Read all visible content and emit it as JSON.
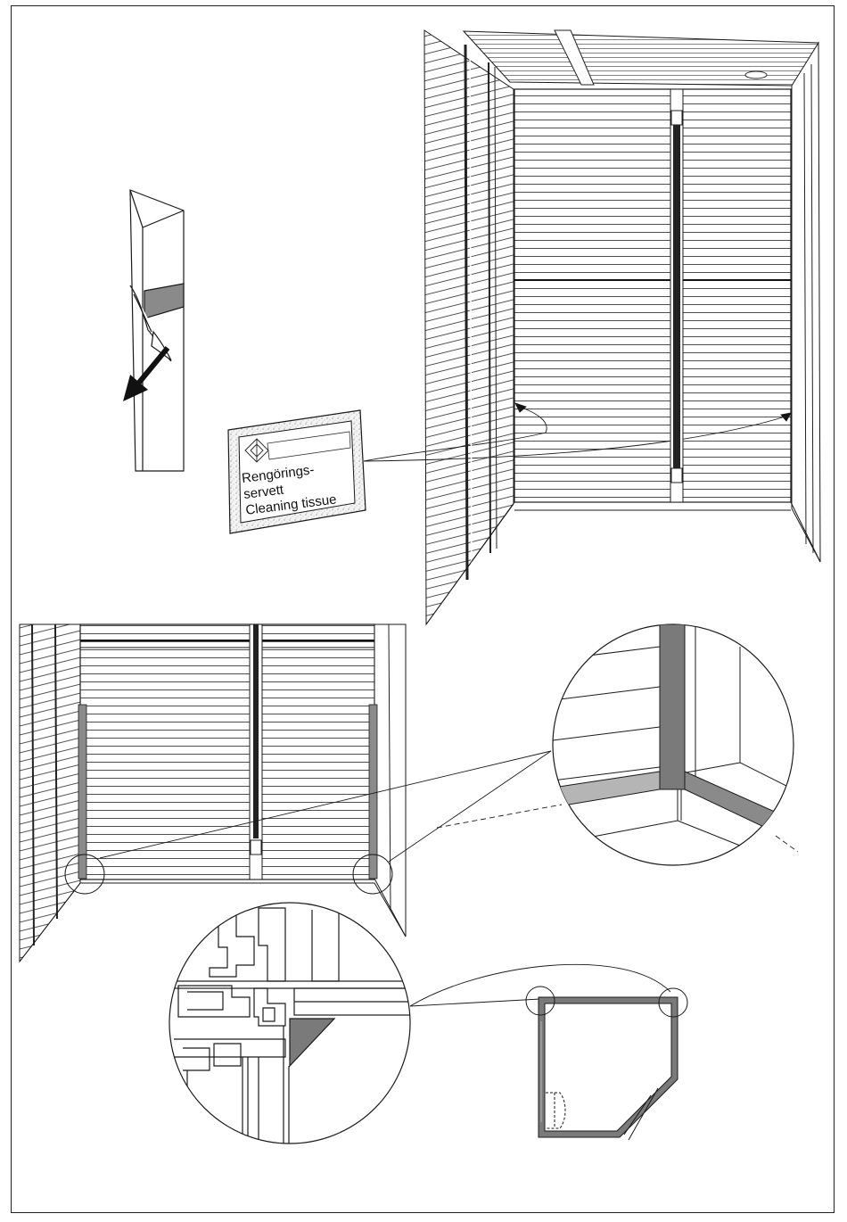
{
  "tissue_label": {
    "line1": "Rengörings-",
    "line2": "servett",
    "line3": "Cleaning tissue"
  },
  "colors": {
    "line": "#1a1a1a",
    "seal_dark": "#7a7a7a",
    "seal_light": "#b5b5b5",
    "speckle": "#888888"
  }
}
